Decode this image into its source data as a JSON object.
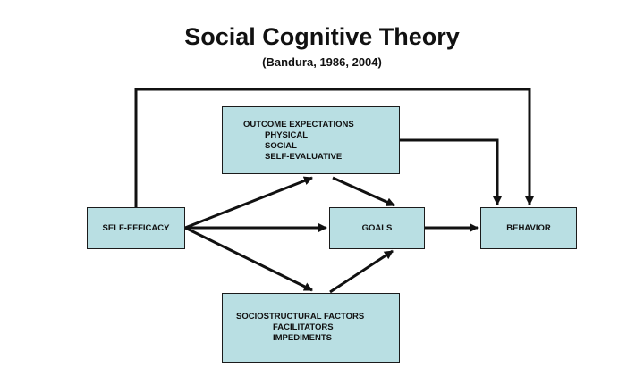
{
  "title": "Social Cognitive Theory",
  "subtitle": "(Bandura, 1986, 2004)",
  "nodes": {
    "self_efficacy": "SELF-EFFICACY",
    "goals": "GOALS",
    "behavior": "BEHAVIOR",
    "outcome_expectations": {
      "heading": "OUTCOME EXPECTATIONS",
      "items": [
        "PHYSICAL",
        "SOCIAL",
        "SELF-EVALUATIVE"
      ]
    },
    "sociostructural_factors": {
      "heading": "SOCIOSTRUCTURAL FACTORS",
      "items": [
        "FACILITATORS",
        "IMPEDIMENTS"
      ]
    }
  },
  "colors": {
    "box_fill": "#b9dfe3",
    "box_border": "#1b1b1b",
    "arrow": "#111111"
  }
}
